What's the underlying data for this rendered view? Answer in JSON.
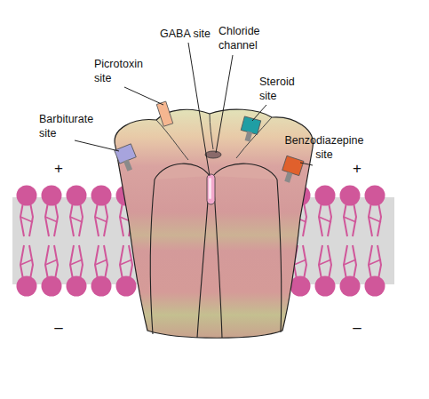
{
  "diagram": {
    "labels": [
      "Picrotoxin site",
      "GABA site",
      "Chloride channel",
      "Steroid site",
      "Barbiturate site",
      "Benzodiazepine site",
      "+",
      "+",
      "–",
      "–"
    ]
  }
}
